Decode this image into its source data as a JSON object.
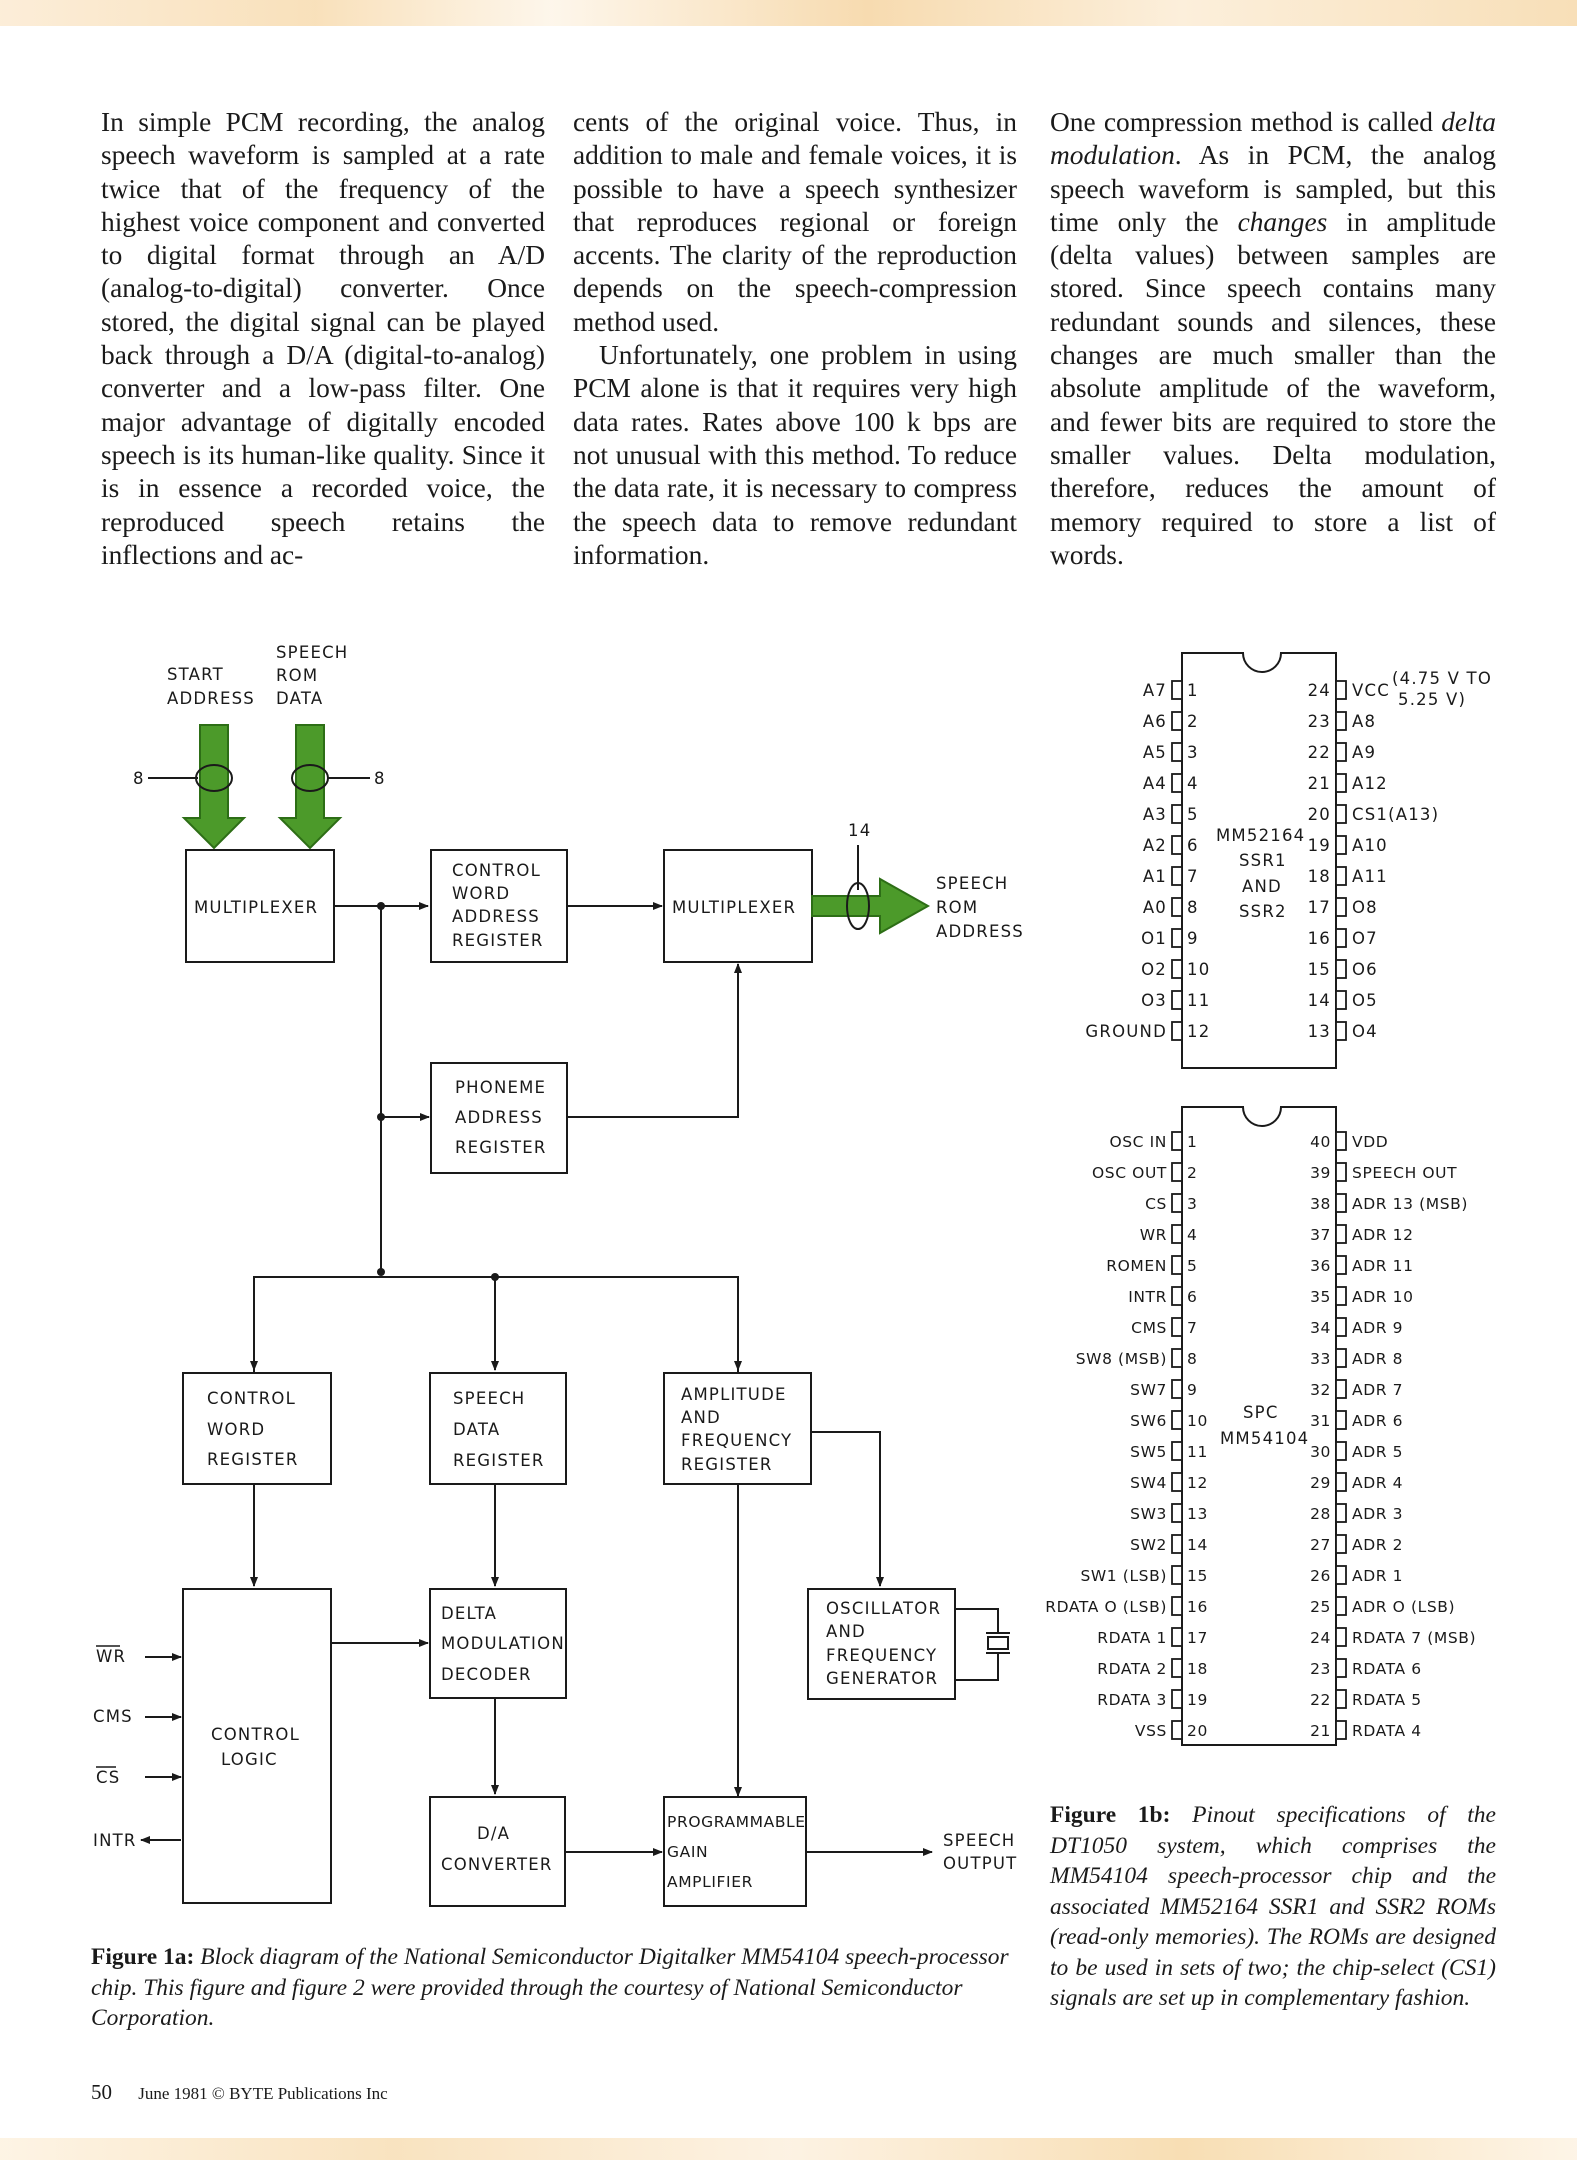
{
  "columns": {
    "col1": [
      "In simple PCM recording, the analog speech waveform is sampled at a rate twice that of the frequency of the highest voice component and converted to digital format through an A/D (analog-to-digital) converter. Once stored, the digital signal can be played back through a D/A (digital-to-analog) converter and a low-pass filter. One major advantage of digitally encoded speech is its human-like quality. Since it is in essence a recorded voice, the reproduced speech retains the inflections and ac-"
    ],
    "col2_p1": "cents of the original voice. Thus, in addition to male and female voices, it is possible to have a speech synthesizer that reproduces regional or foreign accents. The clarity of the reproduction depends on the speech-compression method used.",
    "col2_p2": "Unfortunately, one problem in using PCM alone is that it requires very high data rates. Rates above 100 k bps are not unusual with this method. To reduce the data rate, it is necessary to compress the speech data to remove redundant information.",
    "col3_a": "One compression method is called ",
    "col3_em1": "delta modulation",
    "col3_b": ". As in PCM, the analog speech waveform is sampled, but this time only the ",
    "col3_em2": "changes",
    "col3_c": " in amplitude (delta values) between samples are stored. Since speech contains many redundant sounds and silences, these changes are much smaller than the absolute amplitude of the waveform, and fewer bits are required to store the smaller values. Delta modulation, therefore, reduces the amount of memory required to store a list of words."
  },
  "block_diagram": {
    "start_address": [
      "START",
      "ADDRESS"
    ],
    "speech_rom_data": [
      "SPEECH",
      "ROM",
      "DATA"
    ],
    "bus_width_left": "8",
    "bus_width_right": "8",
    "multiplexer_1": "MULTIPLEXER",
    "control_word_address_register": [
      "CONTROL",
      "WORD",
      "ADDRESS",
      "REGISTER"
    ],
    "multiplexer_2": "MULTIPLEXER",
    "bus_width_out": "14",
    "speech_rom_address": [
      "SPEECH",
      "ROM",
      "ADDRESS"
    ],
    "phoneme_address_register": [
      "PHONEME",
      "ADDRESS",
      "REGISTER"
    ],
    "control_word_register": [
      "CONTROL",
      "WORD",
      "REGISTER"
    ],
    "speech_data_register": [
      "SPEECH",
      "DATA",
      "REGISTER"
    ],
    "amplitude_frequency_register": [
      "AMPLITUDE",
      "AND",
      "FREQUENCY",
      "REGISTER"
    ],
    "control_logic": [
      "CONTROL",
      "LOGIC"
    ],
    "delta_modulation_decoder": [
      "DELTA",
      "MODULATION",
      "DECODER"
    ],
    "oscillator": [
      "OSCILLATOR",
      "AND",
      "FREQUENCY",
      "GENERATOR"
    ],
    "da_converter": [
      "D/A",
      "CONVERTER"
    ],
    "pga": [
      "PROGRAMMABLE",
      "GAIN",
      "AMPLIFIER"
    ],
    "speech_output": [
      "SPEECH",
      "OUTPUT"
    ],
    "signals": [
      "WR",
      "CMS",
      "CS",
      "INTR"
    ]
  },
  "chip_ssr": {
    "name": [
      "MM52164",
      "SSR1",
      "AND",
      "SSR2"
    ],
    "vcc_note": [
      "(4.75 V TO",
      "5.25 V)"
    ],
    "left": [
      [
        "A7",
        "1"
      ],
      [
        "A6",
        "2"
      ],
      [
        "A5",
        "3"
      ],
      [
        "A4",
        "4"
      ],
      [
        "A3",
        "5"
      ],
      [
        "A2",
        "6"
      ],
      [
        "A1",
        "7"
      ],
      [
        "A0",
        "8"
      ],
      [
        "O1",
        "9"
      ],
      [
        "O2",
        "10"
      ],
      [
        "O3",
        "11"
      ],
      [
        "GROUND",
        "12"
      ]
    ],
    "right": [
      [
        "24",
        "VCC"
      ],
      [
        "23",
        "A8"
      ],
      [
        "22",
        "A9"
      ],
      [
        "21",
        "A12"
      ],
      [
        "20",
        "CS1(A13)"
      ],
      [
        "19",
        "A10"
      ],
      [
        "18",
        "A11"
      ],
      [
        "17",
        "O8"
      ],
      [
        "16",
        "O7"
      ],
      [
        "15",
        "O6"
      ],
      [
        "14",
        "O5"
      ],
      [
        "13",
        "O4"
      ]
    ]
  },
  "chip_spc": {
    "name": [
      "SPC",
      "MM54104"
    ],
    "left": [
      [
        "OSC IN",
        "1"
      ],
      [
        "OSC OUT",
        "2"
      ],
      [
        "CS",
        "3"
      ],
      [
        "WR",
        "4"
      ],
      [
        "ROMEN",
        "5"
      ],
      [
        "INTR",
        "6"
      ],
      [
        "CMS",
        "7"
      ],
      [
        "SW8 (MSB)",
        "8"
      ],
      [
        "SW7",
        "9"
      ],
      [
        "SW6",
        "10"
      ],
      [
        "SW5",
        "11"
      ],
      [
        "SW4",
        "12"
      ],
      [
        "SW3",
        "13"
      ],
      [
        "SW2",
        "14"
      ],
      [
        "SW1 (LSB)",
        "15"
      ],
      [
        "RDATA O (LSB)",
        "16"
      ],
      [
        "RDATA 1",
        "17"
      ],
      [
        "RDATA 2",
        "18"
      ],
      [
        "RDATA 3",
        "19"
      ],
      [
        "VSS",
        "20"
      ]
    ],
    "right": [
      [
        "40",
        "VDD"
      ],
      [
        "39",
        "SPEECH OUT"
      ],
      [
        "38",
        "ADR 13 (MSB)"
      ],
      [
        "37",
        "ADR 12"
      ],
      [
        "36",
        "ADR 11"
      ],
      [
        "35",
        "ADR 10"
      ],
      [
        "34",
        "ADR 9"
      ],
      [
        "33",
        "ADR 8"
      ],
      [
        "32",
        "ADR 7"
      ],
      [
        "31",
        "ADR 6"
      ],
      [
        "30",
        "ADR 5"
      ],
      [
        "29",
        "ADR 4"
      ],
      [
        "28",
        "ADR 3"
      ],
      [
        "27",
        "ADR 2"
      ],
      [
        "26",
        "ADR 1"
      ],
      [
        "25",
        "ADR O (LSB)"
      ],
      [
        "24",
        "RDATA 7 (MSB)"
      ],
      [
        "23",
        "RDATA 6"
      ],
      [
        "22",
        "RDATA 5"
      ],
      [
        "21",
        "RDATA 4"
      ]
    ]
  },
  "captions": {
    "fig1a_label": "Figure 1a:",
    "fig1a_text": "Block diagram of the National Semiconductor Digitalker MM54104 speech-processor chip. This figure and figure 2 were provided through the courtesy of National Semiconductor Corporation.",
    "fig1b_label": "Figure 1b:",
    "fig1b_text": "Pinout specifications of the DT1050 system, which comprises the MM54104 speech-processor chip and the associated MM52164 SSR1 and SSR2 ROMs (read-only memories). The ROMs are designed to be used in sets of two; the chip-select (CS1) signals are set up in complementary fashion."
  },
  "footer": {
    "page_number": "50",
    "publication": "June 1981 © BYTE Publications Inc"
  },
  "colors": {
    "arrow_green": "#4c9a2a",
    "ink": "#1a1a1a"
  }
}
